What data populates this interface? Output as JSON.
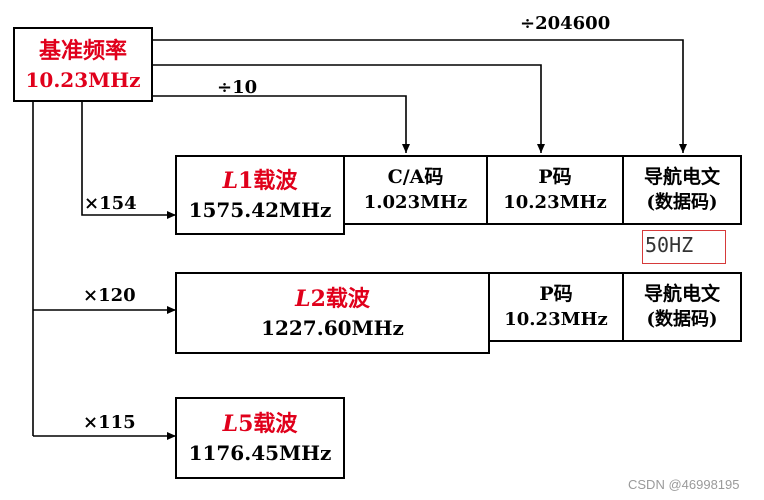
{
  "reference": {
    "title": "基准频率",
    "freq": "10.23MHz"
  },
  "rows": [
    {
      "multiplier": "×154",
      "carrier": {
        "prefix": "L",
        "suffix": "1载波",
        "freq": "1575.42MHz"
      },
      "codes": [
        {
          "name": "C/A码",
          "rate": "1.023MHz"
        },
        {
          "name": "P码",
          "rate": "10.23MHz"
        },
        {
          "name": "导航电文",
          "rate": "(数据码)"
        }
      ]
    },
    {
      "multiplier": "×120",
      "carrier": {
        "prefix": "L",
        "suffix": "2载波",
        "freq": "1227.60MHz"
      },
      "codes": [
        {
          "name": "P码",
          "rate": "10.23MHz"
        },
        {
          "name": "导航电文",
          "rate": "(数据码)"
        }
      ]
    },
    {
      "multiplier": "×115",
      "carrier": {
        "prefix": "L",
        "suffix": "5载波",
        "freq": "1176.45MHz"
      },
      "codes": []
    }
  ],
  "dividers": {
    "ca": "÷10",
    "nav": "÷204600"
  },
  "nav_rate_note": "50HZ",
  "watermark": "CSDN @46998195",
  "colors": {
    "accent": "#e0001b",
    "line": "#000000",
    "note_border": "#d63a3a"
  }
}
